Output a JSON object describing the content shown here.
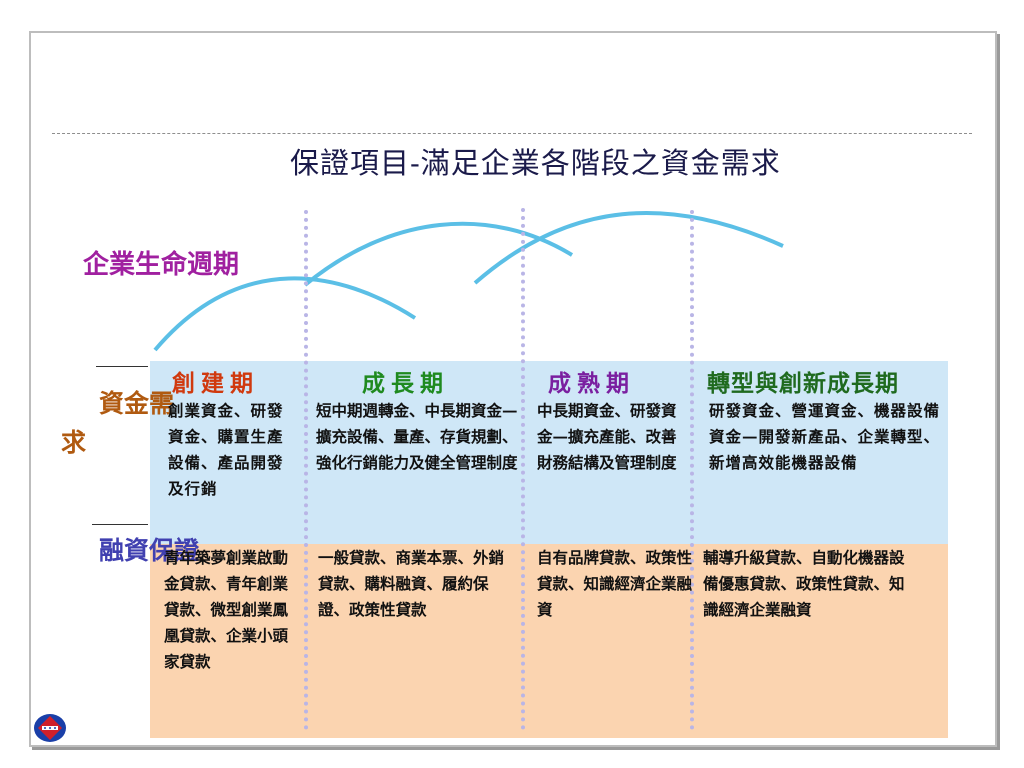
{
  "title": "保證項目-滿足企業各階段之資金需求",
  "side_labels": {
    "life_cycle": "企業生命週期",
    "fund_demand": "資金需",
    "fund_demand_char": "求",
    "guarantee": "融資保證"
  },
  "stages": [
    {
      "name": "創建期",
      "color": "#d0390e",
      "demand": "創業資金、研發資金、購置生產設備、產品開發及行銷",
      "guarantee": "青年築夢創業啟動金貸款、青年創業貸款、微型創業鳳凰貸款、企業小頭家貸款"
    },
    {
      "name": "成長期",
      "color": "#1f8a1f",
      "demand": "短中期週轉金、中長期資金—擴充設備、量產、存貨規劃、強化行銷能力及健全管理制度",
      "guarantee": "一般貸款、商業本票、外銷貸款、購料融資、履約保證、政策性貸款"
    },
    {
      "name": "成熟期",
      "color": "#7a1fa0",
      "demand": "中長期資金、研發資金—擴充產能、改善財務結構及管理制度",
      "guarantee": "自有品牌貸款、政策性貸款、知識經濟企業融資"
    },
    {
      "name": "轉型與創新成長期",
      "color": "#1f6a1f",
      "demand": "研發資金、營運資金、機器設備資金—開發新產品、企業轉型、新增高效能機器設備",
      "guarantee": "輔導升級貸款、自動化機器設備優惠貸款、政策性貸款、知識經濟企業融資"
    }
  ],
  "colors": {
    "curve": "#5bbfe6",
    "demand_band": "#cfe7f7",
    "guarantee_band": "#fbd4b0"
  }
}
